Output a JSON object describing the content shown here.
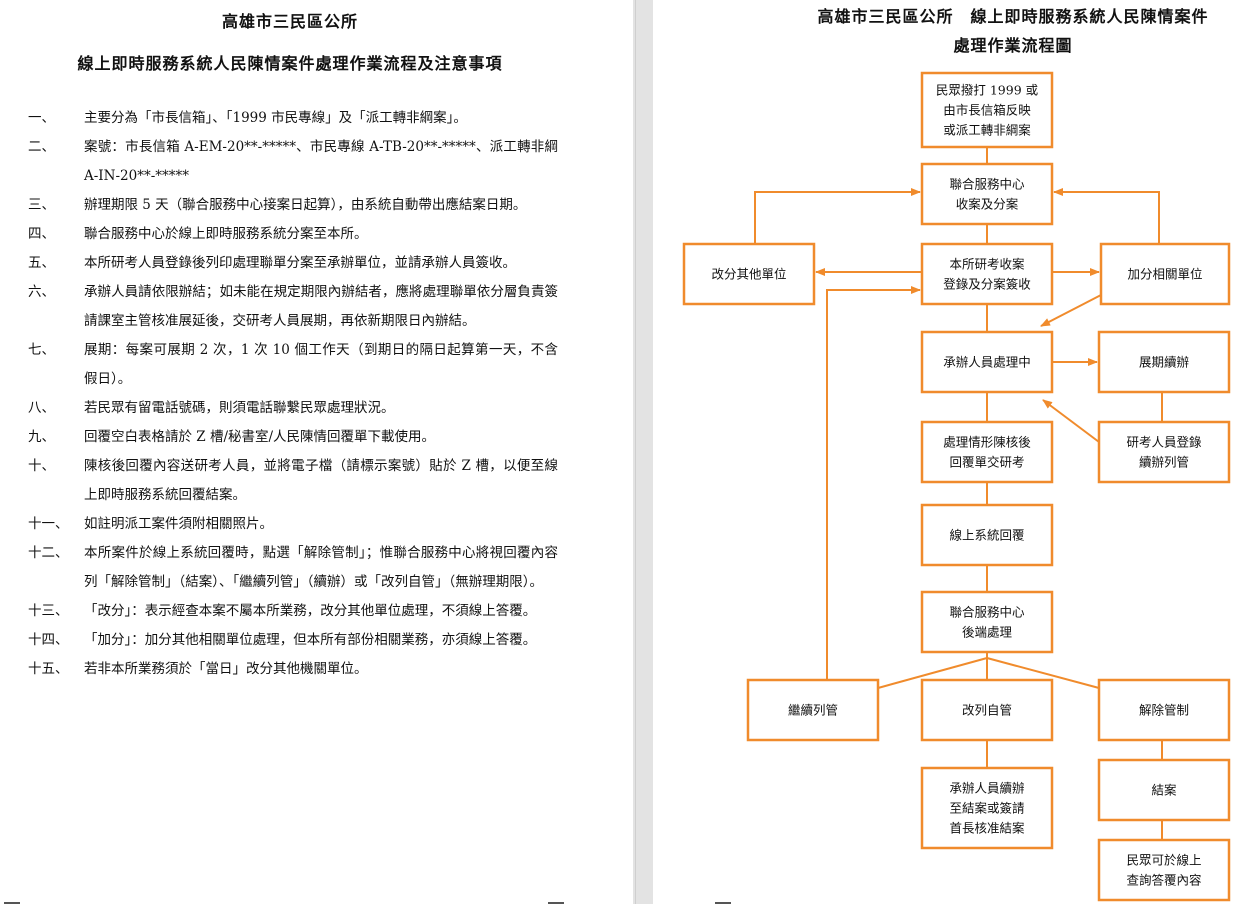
{
  "left_page": {
    "title_line1": "高雄市三民區公所",
    "title_line2": "線上即時服務系統人民陳情案件處理作業流程及注意事項",
    "items": [
      {
        "num": "一、",
        "text": "主要分為「市長信箱」、「1999 市民專線」及「派工轉非綱案」。"
      },
      {
        "num": "二、",
        "text": "案號：市長信箱 A-EM-20**-*****、市民專線 A-TB-20**-*****、派工轉非綱 A-IN-20**-*****"
      },
      {
        "num": "三、",
        "text": "辦理期限 5 天（聯合服務中心接案日起算），由系統自動帶出應結案日期。"
      },
      {
        "num": "四、",
        "text": "聯合服務中心於線上即時服務系統分案至本所。"
      },
      {
        "num": "五、",
        "text": "本所研考人員登錄後列印處理聯單分案至承辦單位，並請承辦人員簽收。"
      },
      {
        "num": "六、",
        "text": "承辦人員請依限辦結；如未能在規定期限內辦結者，應將處理聯單依分層負責簽請課室主管核准展延後，交研考人員展期，再依新期限日內辦結。"
      },
      {
        "num": "七、",
        "text": "展期：每案可展期 2 次，1 次 10 個工作天（到期日的隔日起算第一天，不含假日）。"
      },
      {
        "num": "八、",
        "text": "若民眾有留電話號碼，則須電話聯繫民眾處理狀況。"
      },
      {
        "num": "九、",
        "text": "回覆空白表格請於 Z 槽/秘書室/人民陳情回覆單下載使用。"
      },
      {
        "num": "十、",
        "text": "陳核後回覆內容送研考人員，並將電子檔（請標示案號）貼於 Z 槽，以便至線上即時服務系統回覆結案。"
      },
      {
        "num": "十一、",
        "text": "如註明派工案件須附相關照片。"
      },
      {
        "num": "十二、",
        "text": "本所案件於線上系統回覆時，點選「解除管制」；惟聯合服務中心將視回覆內容列「解除管制」（結案）、「繼續列管」（續辦）或「改列自管」（無辦理期限）。"
      },
      {
        "num": "十三、",
        "text": "「改分」：表示經查本案不屬本所業務，改分其他單位處理，不須線上答覆。"
      },
      {
        "num": "十四、",
        "text": "「加分」：加分其他相關單位處理，但本所有部份相關業務，亦須線上答覆。"
      },
      {
        "num": "十五、",
        "text": "若非本所業務須於「當日」改分其他機關單位。"
      }
    ]
  },
  "right_page": {
    "title_line1": "高雄市三民區公所　線上即時服務系統人民陳情案件",
    "title_line2": "處理作業流程圖",
    "boxes": {
      "b1": [
        "民眾撥打 1999 或",
        "由市長信箱反映",
        "或派工轉非綱案"
      ],
      "b2": [
        "聯合服務中心",
        "收案及分案"
      ],
      "b3": [
        "本所研考收案",
        "登錄及分案簽收"
      ],
      "b4": [
        "改分其他單位"
      ],
      "b5": [
        "加分相關單位"
      ],
      "b6": [
        "承辦人員處理中"
      ],
      "b7": [
        "展期續辦"
      ],
      "b8": [
        "處理情形陳核後",
        "回覆單交研考"
      ],
      "b9": [
        "研考人員登錄",
        "續辦列管"
      ],
      "b10": [
        "線上系統回覆"
      ],
      "b11": [
        "聯合服務中心",
        "後端處理"
      ],
      "b12": [
        "繼續列管"
      ],
      "b13": [
        "改列自管"
      ],
      "b14": [
        "解除管制"
      ],
      "b15": [
        "承辦人員續辦",
        "至結案或簽請",
        "首長核准結案"
      ],
      "b16": [
        "結案"
      ],
      "b17": [
        "民眾可於線上",
        "查詢答覆內容"
      ]
    },
    "line_color": "#f08b2c"
  }
}
